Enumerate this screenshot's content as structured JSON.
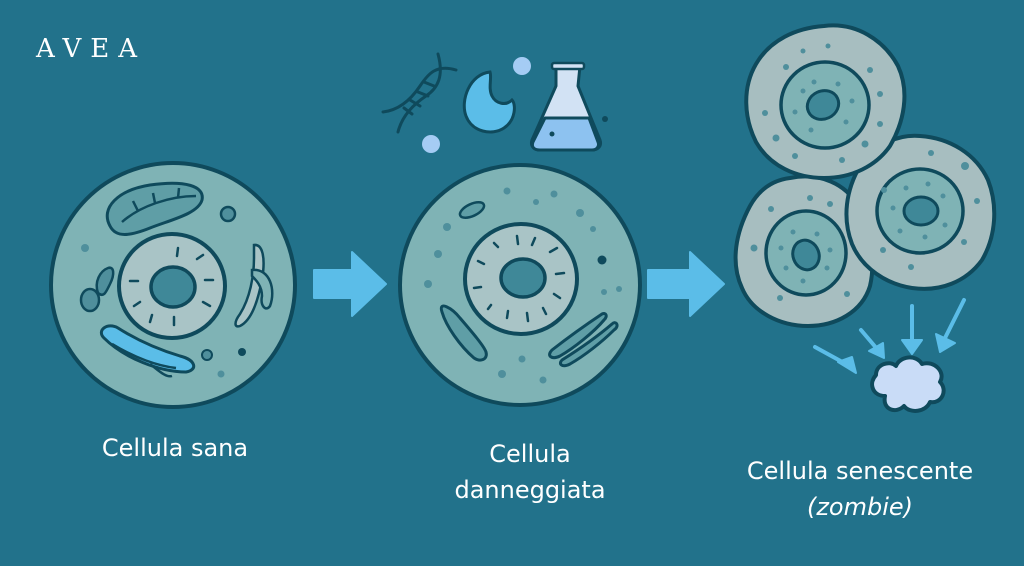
{
  "brand": {
    "logo_text": "AVEA"
  },
  "stages": [
    {
      "id": "healthy",
      "label_lines": [
        "Cellula sana"
      ],
      "illustration": "healthy-cell"
    },
    {
      "id": "damaged",
      "label_lines": [
        "Cellula",
        "danneggiata"
      ],
      "illustration": "damaged-cell",
      "stressors": [
        "dna-helix-icon",
        "enzyme-blob-icon",
        "lab-flask-icon",
        "particle-dots"
      ]
    },
    {
      "id": "senescent",
      "label_lines": [
        "Cellula senescente",
        "(zombie)"
      ],
      "illustration": "senescent-cell-cluster",
      "secretion": "inflammatory-cloud-icon"
    }
  ],
  "arrows": [
    {
      "from": "healthy",
      "to": "damaged",
      "icon": "right-arrow-icon"
    },
    {
      "from": "damaged",
      "to": "senescent",
      "icon": "right-arrow-icon"
    }
  ],
  "colors": {
    "background": "#22728b",
    "cell_fill": "#7fb3b5",
    "cell_outline": "#0f4a5c",
    "nucleus_fill": "#a9c4c6",
    "nucleolus_fill": "#3f8898",
    "senescent_fill": "#a7bec0",
    "accent_arrow": "#5bbde8",
    "flask_liquid": "#8dc2f0",
    "cloud_fill": "#c9dcf7",
    "text": "#ffffff"
  }
}
